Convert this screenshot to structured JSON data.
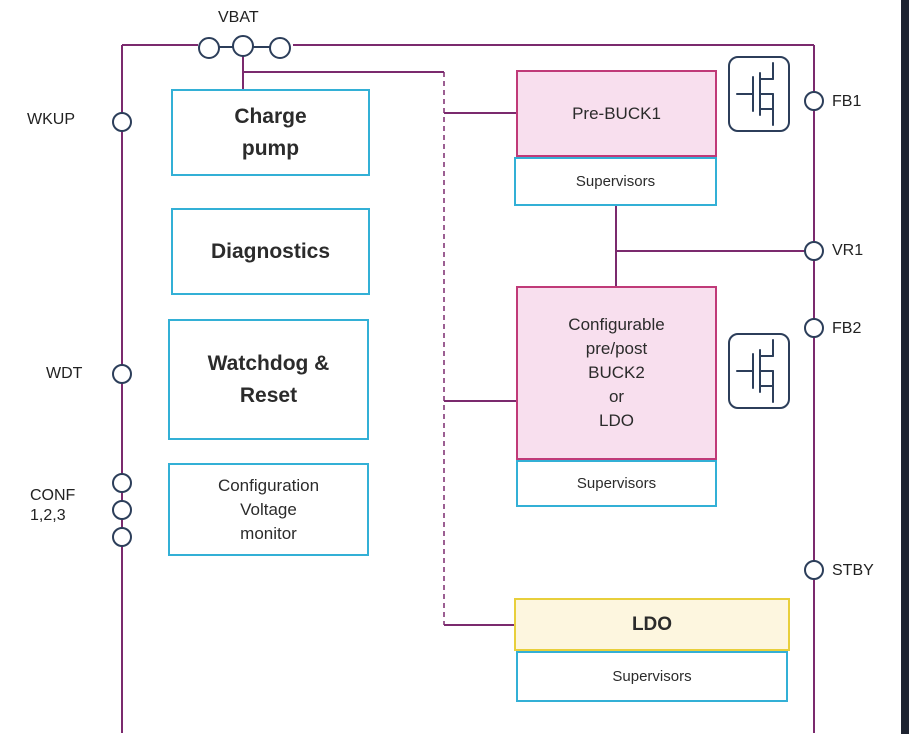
{
  "pins": {
    "vbat": "VBAT",
    "wkup": "WKUP",
    "wdt": "WDT",
    "conf": "CONF\n1,2,3",
    "fb1": "FB1",
    "vr1": "VR1",
    "fb2": "FB2",
    "stby": "STBY"
  },
  "blocks": {
    "charge_pump": "Charge\npump",
    "diagnostics": "Diagnostics",
    "watchdog": "Watchdog &\nReset",
    "config_monitor": "Configuration\nVoltage\nmonitor",
    "pre_buck1": "Pre-BUCK1",
    "supervisors_1": "Supervisors",
    "buck2": "Configurable\npre/post\nBUCK2\nor\nLDO",
    "supervisors_2": "Supervisors",
    "ldo": "LDO",
    "supervisors_3": "Supervisors"
  },
  "colors": {
    "wire": "#7b2a6e",
    "block_border_blue": "#33b0d6",
    "regulator_border": "#c03a78",
    "regulator_fill": "#f8dfee",
    "ldo_border": "#e8cf3b",
    "ldo_fill": "#fdf6df",
    "icon_stroke": "#2c3e5a"
  },
  "icons": [
    "mosfet-switch-icon",
    "mosfet-switch-icon"
  ]
}
